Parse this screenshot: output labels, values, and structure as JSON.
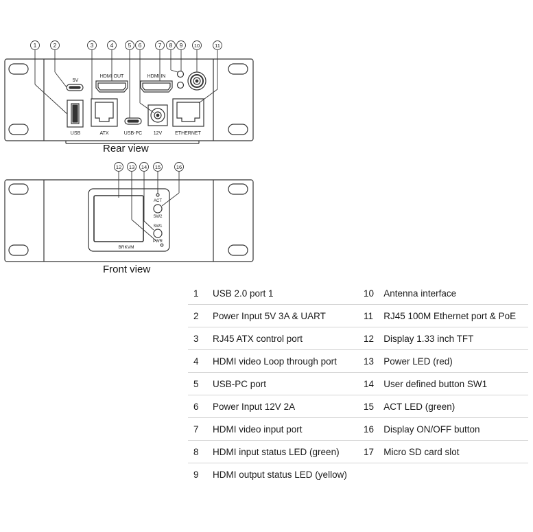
{
  "rear": {
    "caption": "Rear view",
    "labels": {
      "five_v": "5V",
      "hdmi_out": "HDMI  OUT",
      "hdmi_in": "HDMI  IN",
      "usb": "USB",
      "atx": "ATX",
      "usb_pc": "USB-PC",
      "twelve_v": "12V",
      "ethernet": "ETHERNET"
    },
    "callouts": [
      "1",
      "2",
      "3",
      "4",
      "5",
      "6",
      "7",
      "8",
      "9",
      "10",
      "11"
    ]
  },
  "front": {
    "caption": "Front view",
    "labels": {
      "act": "ACT",
      "sw2": "SW2",
      "sw1": "SW1",
      "pwr": "PWR",
      "brand": "BRKVM"
    },
    "callouts": [
      "12",
      "13",
      "14",
      "15",
      "16"
    ]
  },
  "legend": {
    "rows": [
      {
        "n1": "1",
        "t1": "USB 2.0 port 1",
        "n2": "10",
        "t2": "Antenna interface"
      },
      {
        "n1": "2",
        "t1": "Power Input 5V 3A & UART",
        "n2": "11",
        "t2": "RJ45 100M Ethernet port & PoE"
      },
      {
        "n1": "3",
        "t1": "RJ45 ATX control port",
        "n2": "12",
        "t2": "Display 1.33 inch TFT"
      },
      {
        "n1": "4",
        "t1": "HDMI video Loop through port",
        "n2": "13",
        "t2": "Power LED (red)"
      },
      {
        "n1": "5",
        "t1": "USB-PC port",
        "n2": "14",
        "t2": "User defined button SW1"
      },
      {
        "n1": "6",
        "t1": "Power Input 12V 2A",
        "n2": "15",
        "t2": "ACT LED (green)"
      },
      {
        "n1": "7",
        "t1": "HDMI video input port",
        "n2": "16",
        "t2": "Display ON/OFF button"
      },
      {
        "n1": "8",
        "t1": "HDMI input status LED (green)",
        "n2": "17",
        "t2": "Micro SD card slot"
      },
      {
        "n1": "9",
        "t1": "HDMI output status LED (yellow)",
        "n2": "",
        "t2": ""
      }
    ]
  }
}
